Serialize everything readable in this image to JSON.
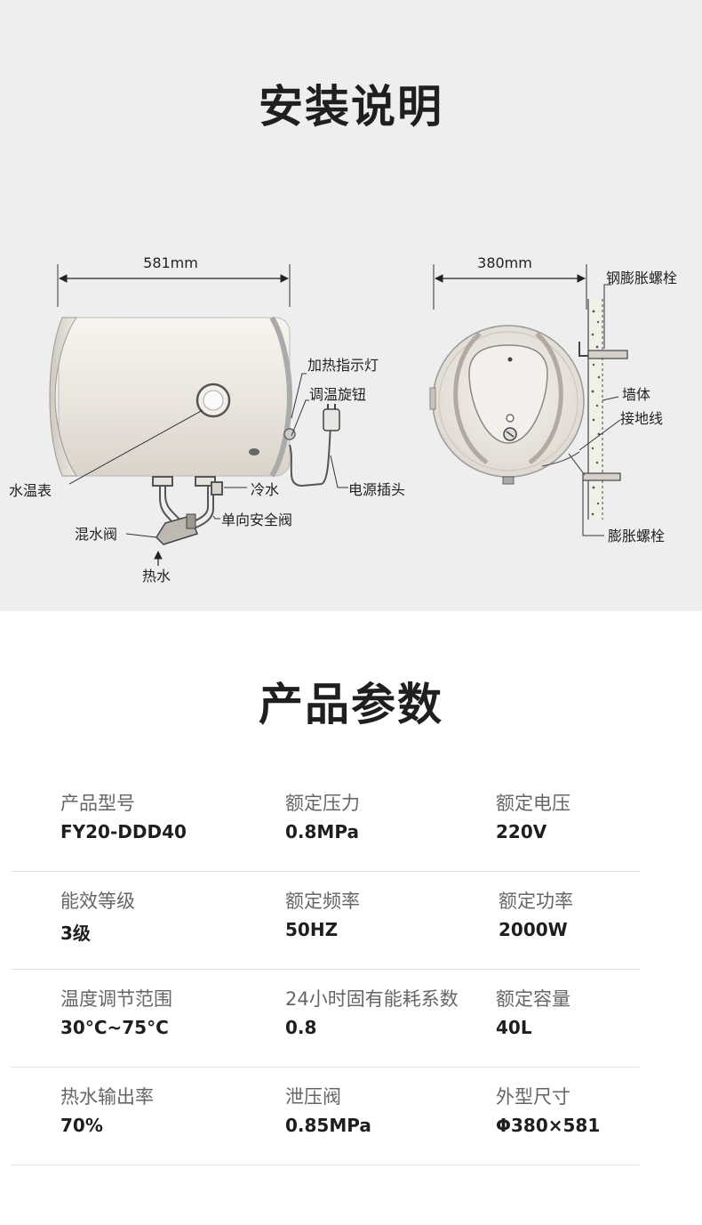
{
  "install_section": {
    "title": "安装说明",
    "dimensions": {
      "length": "581mm",
      "diameter": "380mm"
    },
    "labels": {
      "heating_indicator": "加热指示灯",
      "temp_knob": "调温旋钮",
      "water_temp_gauge": "水温表",
      "cold_water": "冷水",
      "power_plug": "电源插头",
      "check_valve": "单向安全阀",
      "mixing_valve": "混水阀",
      "hot_water": "热水",
      "steel_expansion_bolt": "钢膨胀螺栓",
      "wall": "墙体",
      "ground_wire": "接地线",
      "expansion_bolt": "膨胀螺栓"
    }
  },
  "params_section": {
    "title": "产品参数",
    "rows": [
      [
        {
          "label": "产品型号",
          "value": "FY20-DDD40"
        },
        {
          "label": "额定压力",
          "value": "0.8MPa"
        },
        {
          "label": "额定电压",
          "value": "220V"
        }
      ],
      [
        {
          "label": "能效等级",
          "value": "3级"
        },
        {
          "label": "额定频率",
          "value": "50HZ"
        },
        {
          "label": "额定功率",
          "value": "2000W"
        }
      ],
      [
        {
          "label": "温度调节范围",
          "value": "30°C~75°C"
        },
        {
          "label": "24小时固有能耗系数",
          "value": "0.8"
        },
        {
          "label": "额定容量",
          "value": "40L"
        }
      ],
      [
        {
          "label": "热水输出率",
          "value": "70%"
        },
        {
          "label": "泄压阀",
          "value": "0.85MPa"
        },
        {
          "label": "外型尺寸",
          "value": "Φ380×581"
        }
      ]
    ]
  }
}
